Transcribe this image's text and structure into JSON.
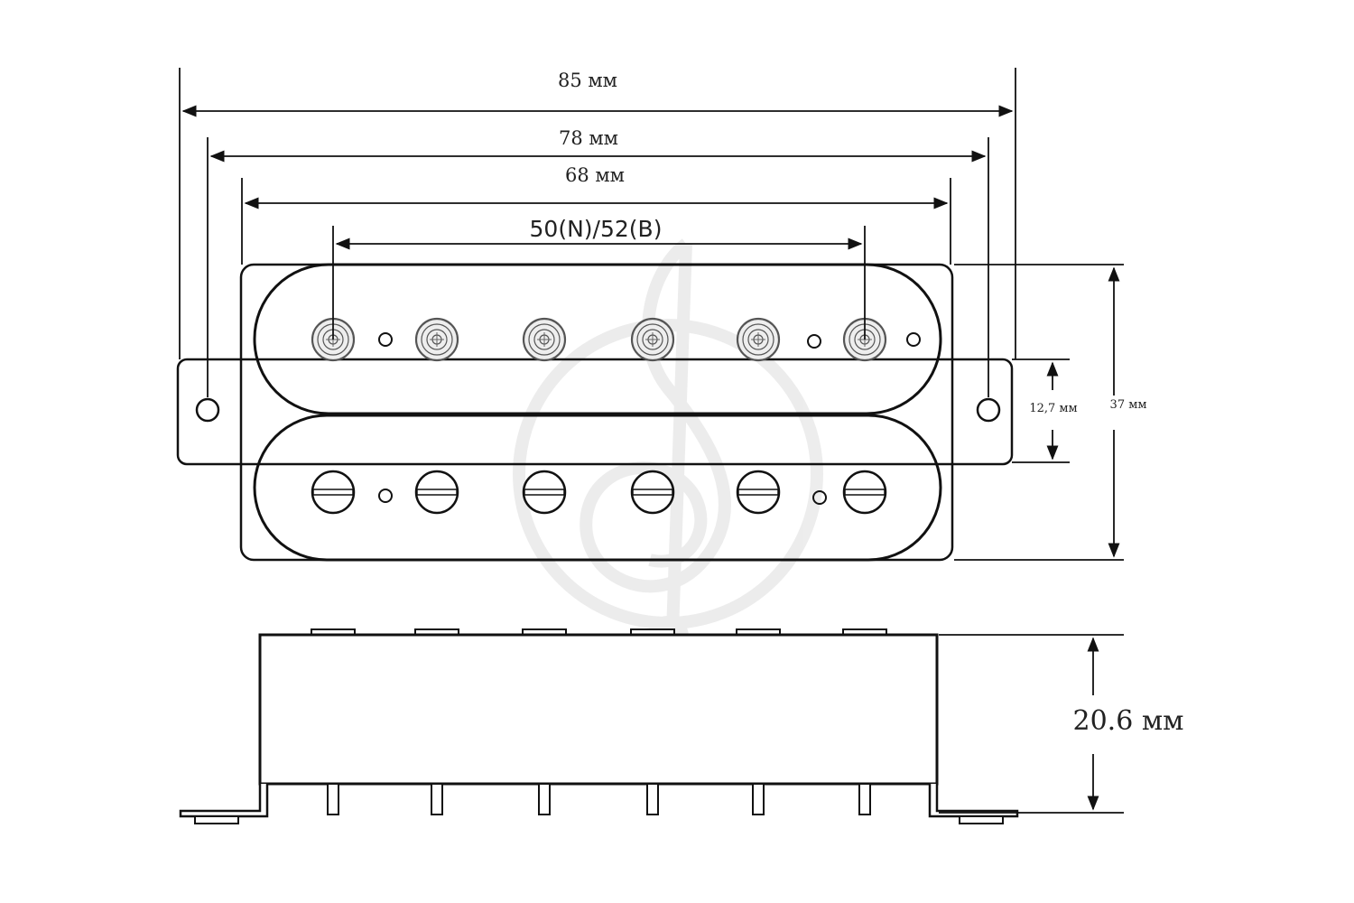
{
  "dimensions": {
    "overall_length": "85 мм",
    "mount_hole_spacing": "78 мм",
    "base_plate_length": "68 мм",
    "pole_spacing": "50(N)/52(B)",
    "bobbin_width": "12,7 мм",
    "overall_width": "37 мм",
    "height": "20.6 мм"
  },
  "colors": {
    "line": "#111111",
    "background": "#ffffff",
    "watermark": "#d8d8d8"
  },
  "watermark_icon": "treble-clef-icon",
  "pole_count_per_coil": 6
}
